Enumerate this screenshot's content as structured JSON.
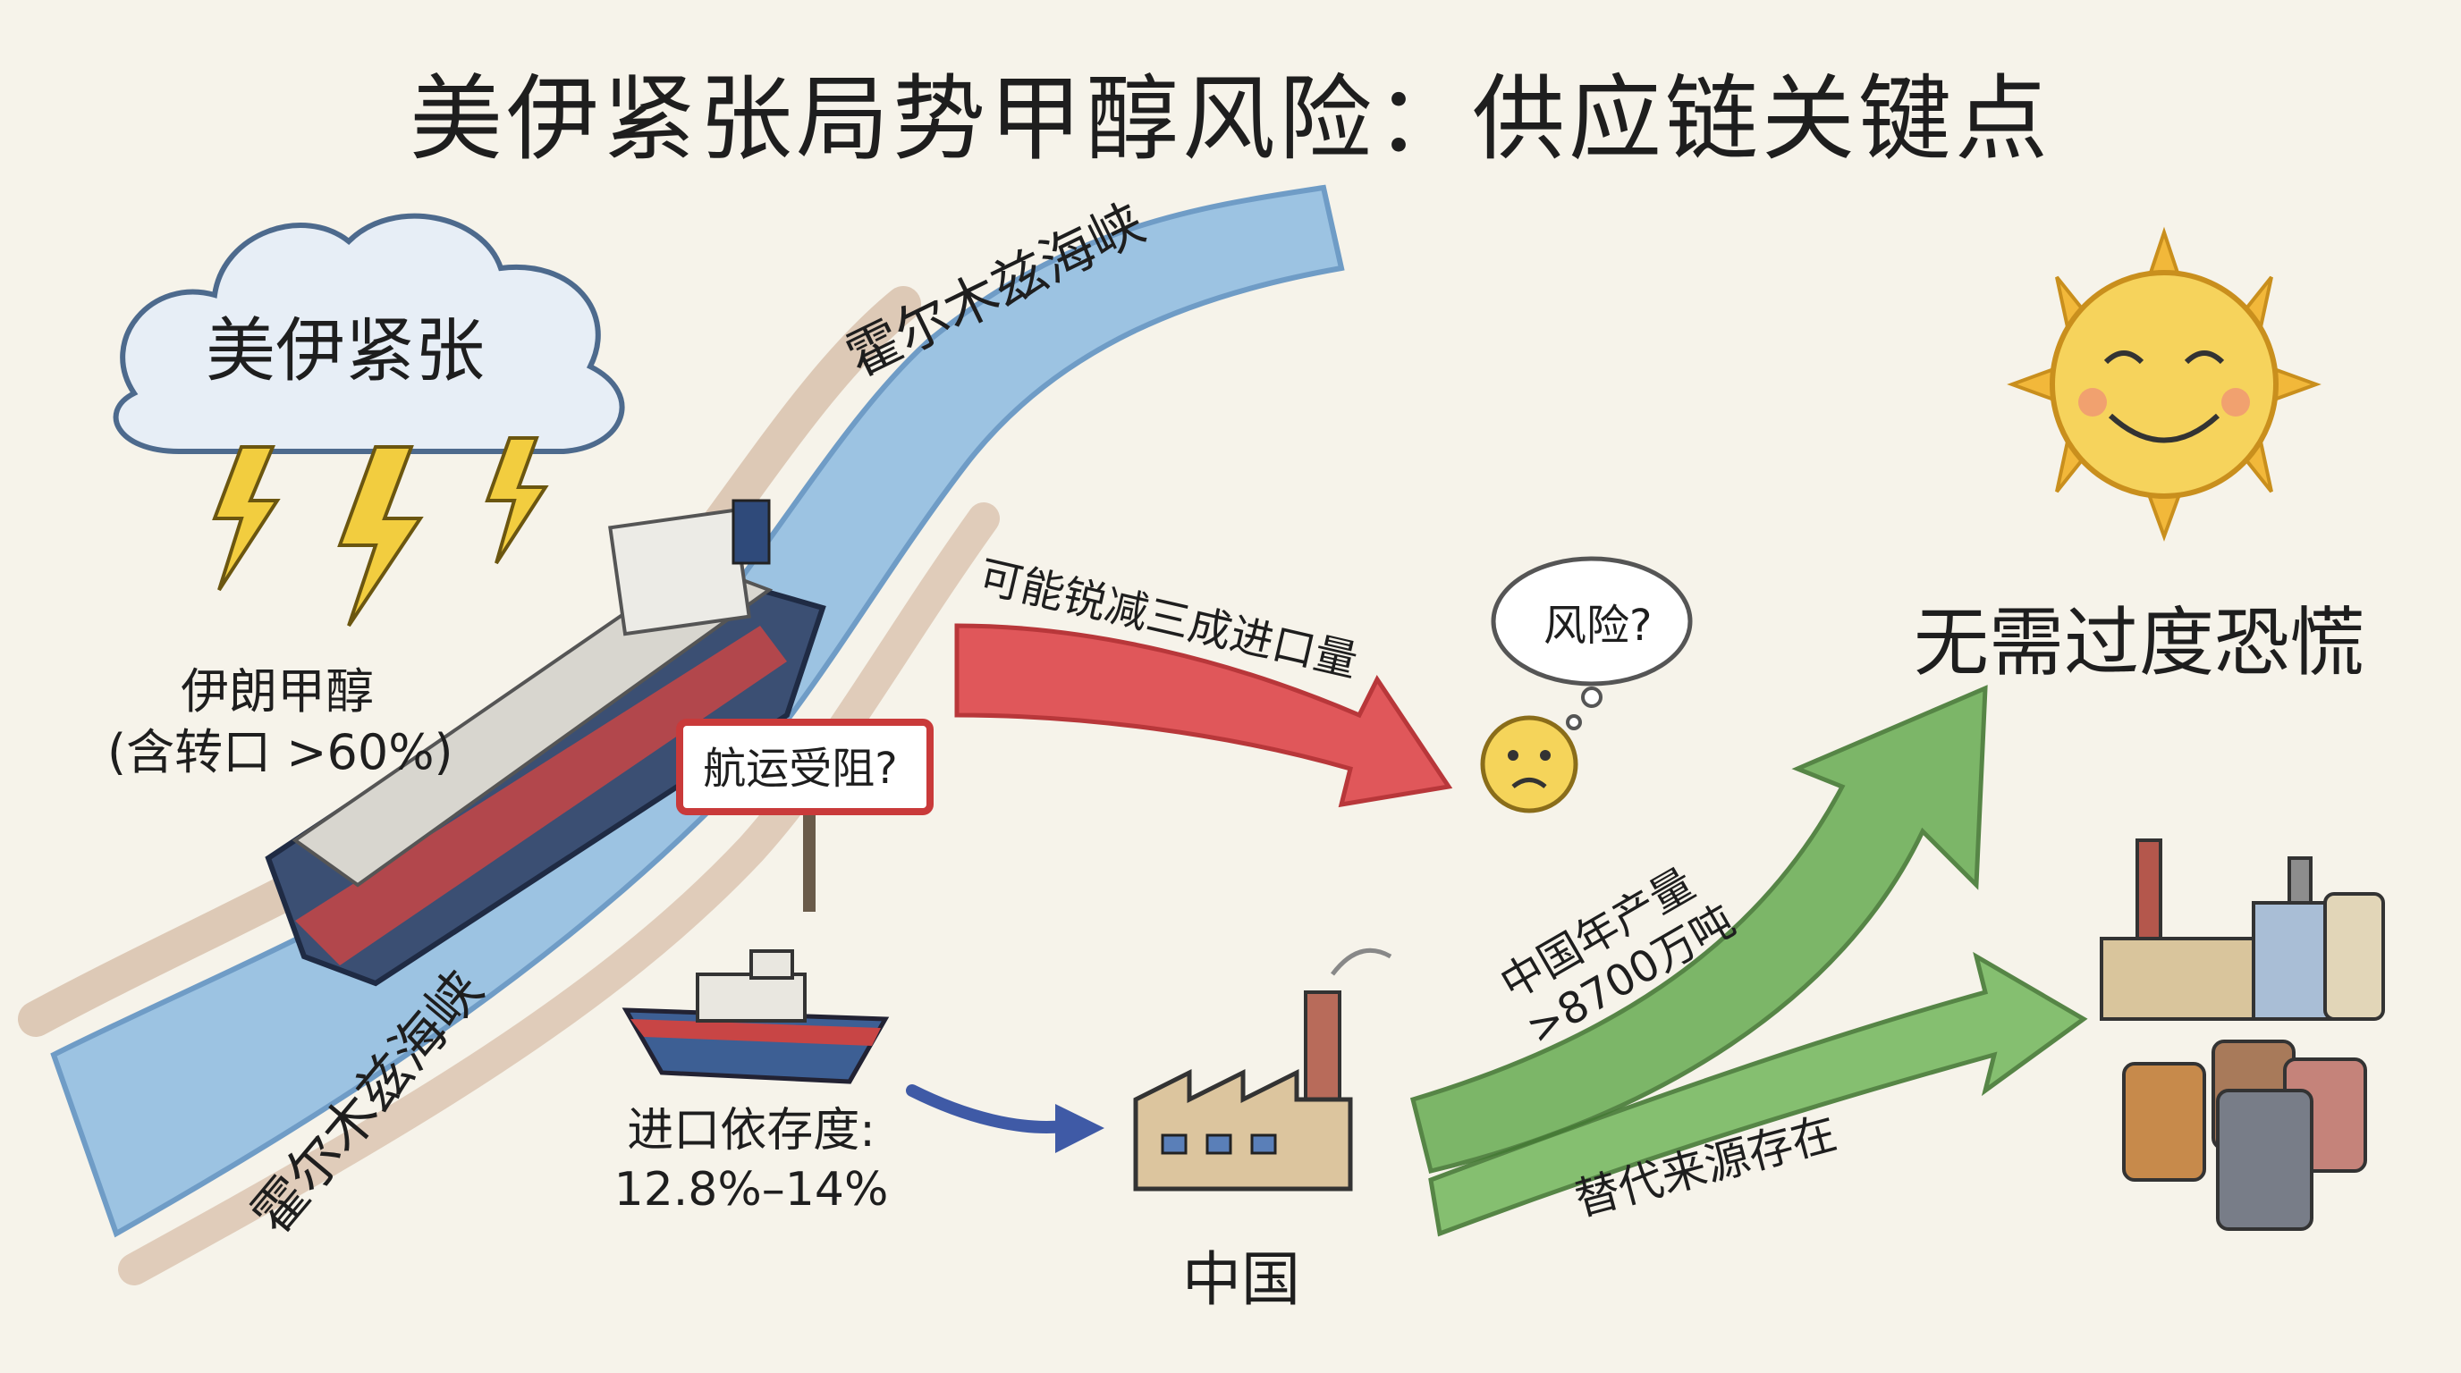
{
  "title": "美伊紧张局势甲醇风险：供应链关键点",
  "labels": {
    "tension": "美伊紧张",
    "strait_top": "霍尔木兹海峡",
    "strait_bottom": "霍尔木兹海峡",
    "iran_methanol_line1": "伊朗甲醇",
    "iran_methanol_line2": "(含转口 >60%)",
    "sign": "航运受阻?",
    "import_cut": "可能锐减三成进口量",
    "risk": "风险?",
    "no_panic": "无需过度恐慌",
    "china_output_line1": "中国年产量",
    "china_output_line2": ">8700万吨",
    "alternative": "替代来源存在",
    "import_dependency_line1": "进口依存度:",
    "import_dependency_line2": "12.8%–14%",
    "china": "中国"
  },
  "colors": {
    "background": "#f6f3ea",
    "river": "#8fb9dc",
    "red_arrow": "#e0575a",
    "green_arrow": "#6fb05a",
    "blue_arrow": "#3f5aa6",
    "sun": "#f5cf4f",
    "ship_hull": "#3b4f73",
    "sign_border": "#c93a3a"
  },
  "icons": [
    "storm-cloud-icon",
    "lightning-icon",
    "tanker-ship-icon",
    "small-boat-icon",
    "warning-sign-icon",
    "worried-face-icon",
    "thought-bubble-icon",
    "smiling-sun-icon",
    "factory-icon",
    "industrial-plant-icon",
    "oil-barrel-icon"
  ]
}
